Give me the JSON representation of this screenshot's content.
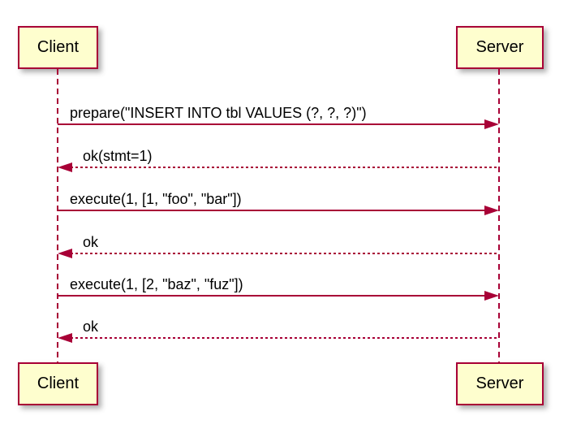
{
  "diagram": {
    "type": "sequence",
    "participants": [
      {
        "name": "Client"
      },
      {
        "name": "Server"
      }
    ],
    "messages": [
      {
        "from": "Client",
        "to": "Server",
        "label": "prepare(\"INSERT INTO tbl VALUES (?, ?, ?)\")",
        "line": "solid",
        "arrow": "filled-right"
      },
      {
        "from": "Server",
        "to": "Client",
        "label": "ok(stmt=1)",
        "line": "dotted",
        "arrow": "filled-left"
      },
      {
        "from": "Client",
        "to": "Server",
        "label": "execute(1, [1, \"foo\", \"bar\"])",
        "line": "solid",
        "arrow": "filled-right"
      },
      {
        "from": "Server",
        "to": "Client",
        "label": "ok",
        "line": "dotted",
        "arrow": "filled-left"
      },
      {
        "from": "Client",
        "to": "Server",
        "label": "execute(1, [2, \"baz\", \"fuz\"])",
        "line": "solid",
        "arrow": "filled-right"
      },
      {
        "from": "Server",
        "to": "Client",
        "label": "ok",
        "line": "dotted",
        "arrow": "filled-left"
      }
    ],
    "colors": {
      "background": "#FFFFFF",
      "participant_fill": "#FEFECE",
      "participant_border": "#A80036",
      "arrow": "#A80036",
      "text": "#000000"
    }
  }
}
